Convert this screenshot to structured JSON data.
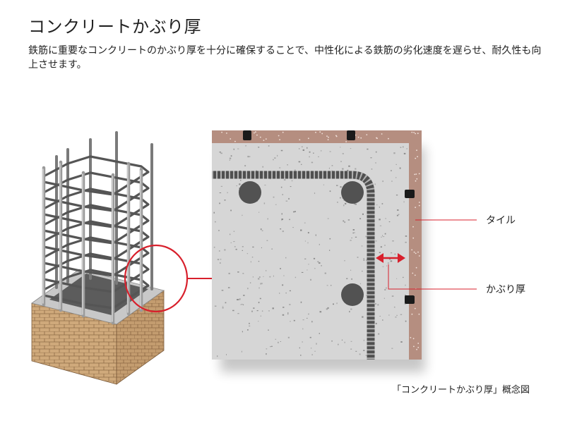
{
  "header": {
    "title": "コンクリートかぶり厚",
    "description": "鉄筋に重要なコンクリートのかぶり厚を十分に確保することで、中性化による鉄筋の劣化速度を遅らせ、耐久性も向上させます。"
  },
  "labels": {
    "tile": "タイル",
    "cover_thickness": "かぶり厚"
  },
  "caption": "「コンクリートかぶり厚」概念図",
  "colors": {
    "concrete": "#d6d6d6",
    "tile": "#b58e80",
    "rebar": "#4f4f4f",
    "brick": "#cfa97b",
    "accent_red": "#d8202c"
  }
}
